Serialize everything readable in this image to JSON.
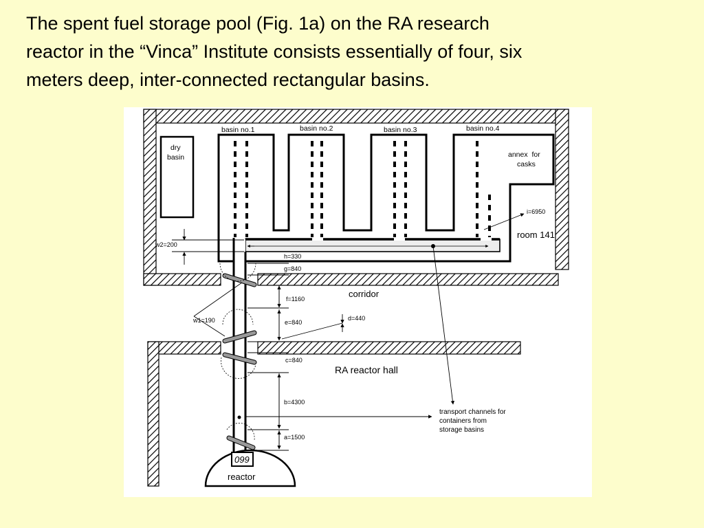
{
  "slide": {
    "paragraph_lines": [
      "The spent fuel storage pool (Fig. 1a) on the RA research",
      "reactor in the “Vinca” Institute consists essentially of four, six",
      "meters deep, inter-connected rectangular basins."
    ]
  },
  "diagram": {
    "basins": [
      "basin no.1",
      "basin no.2",
      "basin no.3",
      "basin no.4"
    ],
    "dry_basin": [
      "dry",
      "basin"
    ],
    "annex": [
      "annex  for",
      "casks"
    ],
    "room": "room 141",
    "corridor": "corridor",
    "reactor_hall": "RA reactor hall",
    "reactor": "reactor",
    "reactor_code": "099",
    "transport_note": [
      "transport channels for",
      "containers from",
      "storage basins"
    ],
    "dims": {
      "i": "i=6950",
      "w2": "w2=200",
      "h": "h=330",
      "g": "g=840",
      "f": "f=1160",
      "w1": "w1=190",
      "e": "e=840",
      "d": "d=440",
      "c": "c=840",
      "b": "b=4300",
      "a": "a=1500"
    }
  }
}
